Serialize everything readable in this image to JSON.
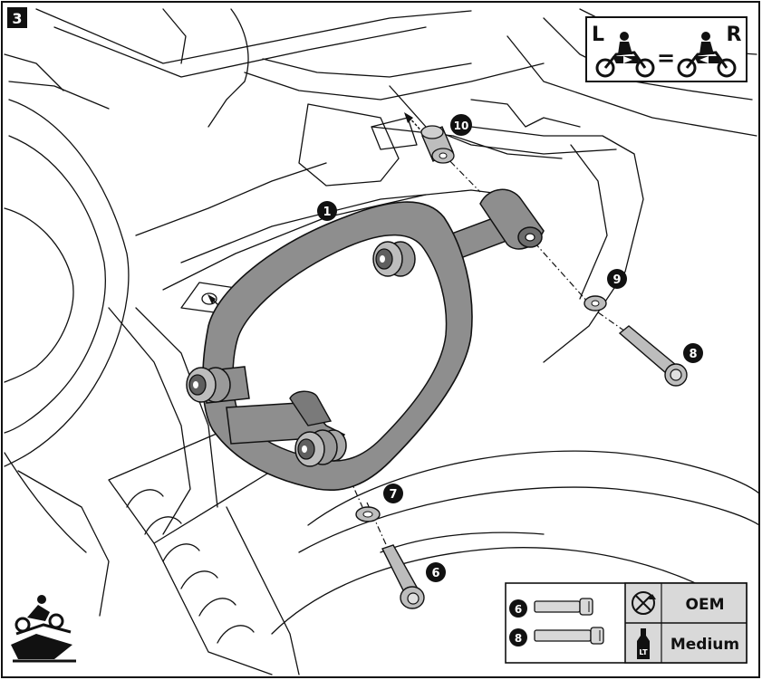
{
  "step": {
    "number": "3"
  },
  "symmetry": {
    "left": "L",
    "equals": "=",
    "right": "R"
  },
  "callouts": [
    {
      "id": "callout-1",
      "text": "1"
    },
    {
      "id": "callout-10",
      "text": "10"
    },
    {
      "id": "callout-9",
      "text": "9"
    },
    {
      "id": "callout-8",
      "text": "8"
    },
    {
      "id": "callout-7",
      "text": "7"
    },
    {
      "id": "callout-6",
      "text": "6"
    }
  ],
  "legend": {
    "bolt_6": "6",
    "bolt_8": "8",
    "oem_label": "OEM",
    "medium_label": "Medium",
    "loctite_mark": "LT"
  },
  "icons": {
    "oem_torque": "torque-wrench-icon",
    "threadlocker": "threadlocker-bottle-icon",
    "motorcycle": "motorcycle-rider-icon",
    "workshop": "rider-on-lift-icon"
  },
  "colors": {
    "line": "#111111",
    "bracket_fill": "#8e8e8e",
    "bracket_dark": "#5f5f5f",
    "badge": "#111111",
    "legend_bg": "#d9d9d9"
  }
}
